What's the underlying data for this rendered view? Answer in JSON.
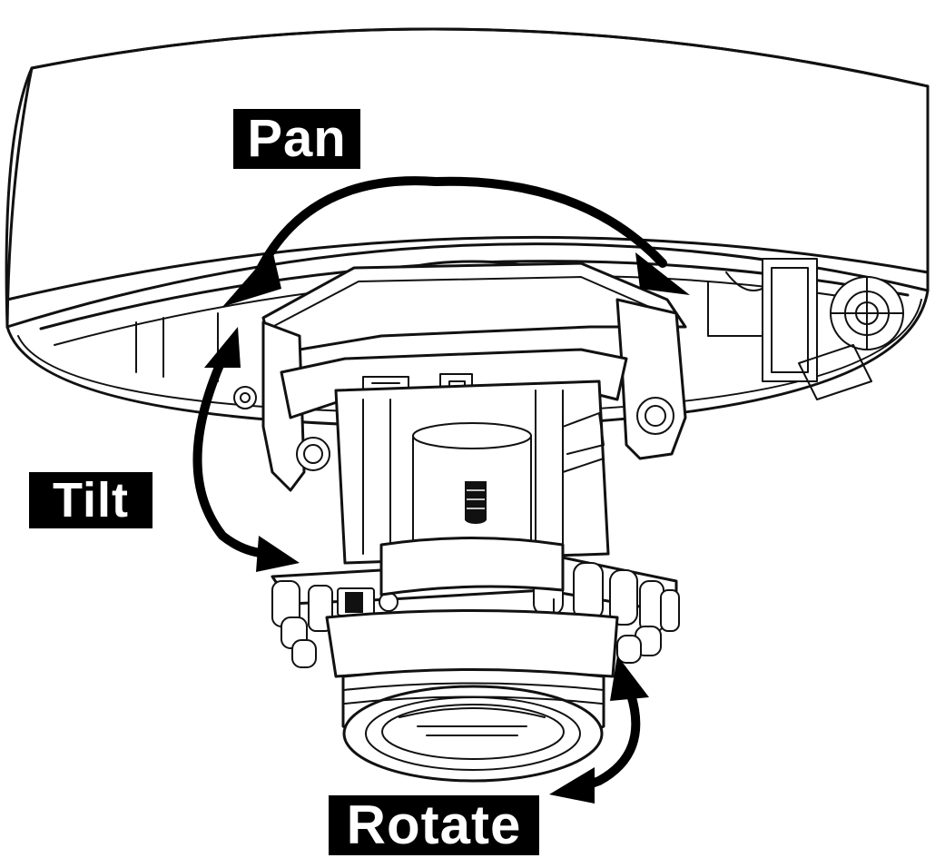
{
  "labels": {
    "pan": "Pan",
    "tilt": "Tilt",
    "rotate": "Rotate"
  },
  "colors": {
    "line": "#111111",
    "label_background": "#000000",
    "label_text": "#ffffff",
    "background": "#ffffff"
  }
}
